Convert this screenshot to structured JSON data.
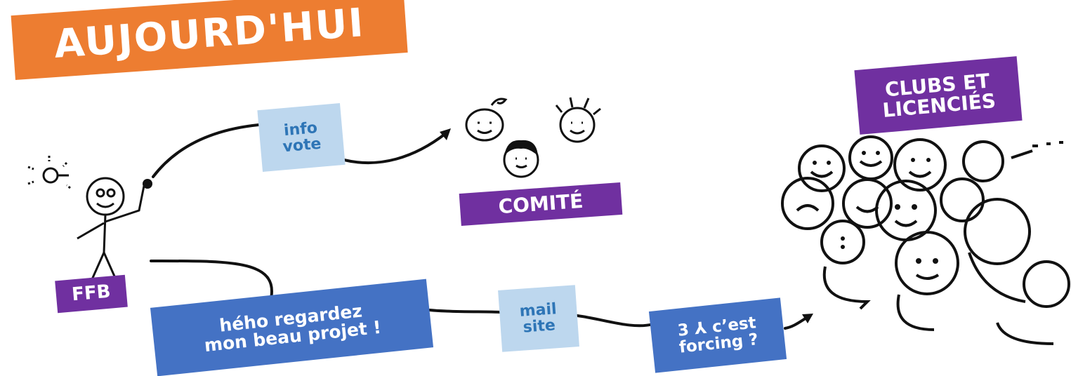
{
  "title": "AUJOURD'HUI",
  "labels": {
    "info_vote": "info\nvote",
    "comite": "COMITÉ",
    "clubs": "CLUBS ET\nLICENCIÉS",
    "ffb": "FFB",
    "heho": "hého regardez\nmon beau projet !",
    "mail_site": "mail\nsite",
    "forcing": "3 ⅄ c’est\nforcing ?"
  },
  "colors": {
    "orange": "#ED7D31",
    "purple": "#7030A0",
    "blue": "#4472C4",
    "light_blue": "#BDD7EE"
  }
}
